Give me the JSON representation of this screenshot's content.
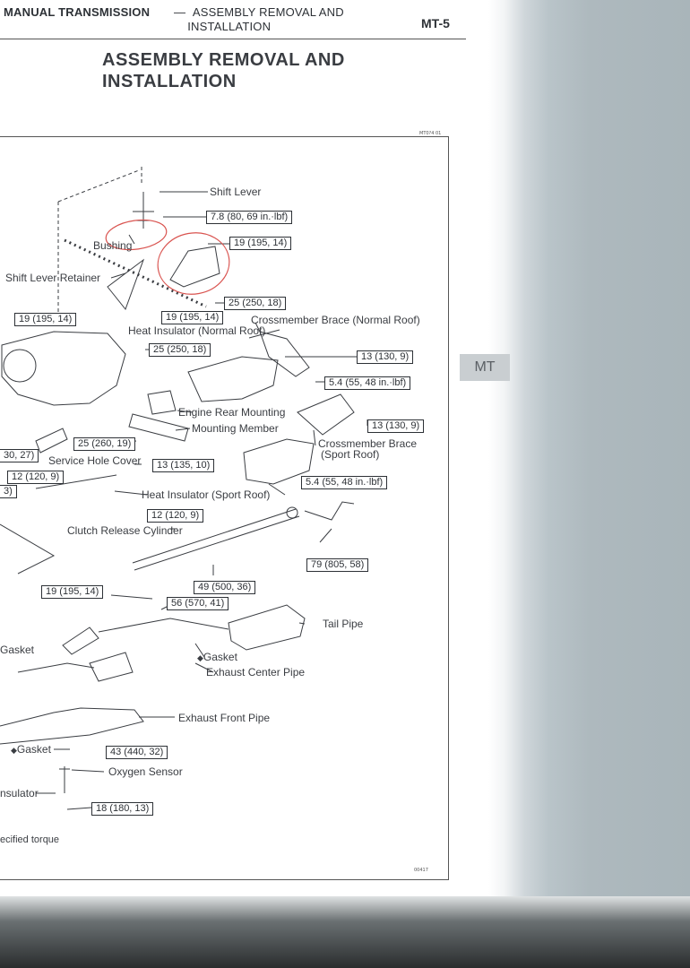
{
  "header": {
    "section": "MANUAL TRANSMISSION",
    "separator": "—",
    "subsection_line1": "ASSEMBLY REMOVAL AND",
    "subsection_line2": "INSTALLATION",
    "page_number": "MT-5"
  },
  "page_title": {
    "line1": "ASSEMBLY REMOVAL AND",
    "line2": "INSTALLATION"
  },
  "figure": {
    "code_top": "MT0?4  01",
    "code_bottom": "00417",
    "labels": {
      "shift_lever": "Shift Lever",
      "bushing": "Bushing",
      "shift_lever_retainer": "Shift Lever Retainer",
      "crossmember_brace_normal": "Crossmember Brace (Normal Roof)",
      "heat_insulator_normal": "Heat Insulator (Normal Roof)",
      "engine_rear_mounting": "Engine Rear Mounting",
      "mounting_member": "Mounting Member",
      "crossmember_brace_sport_1": "Crossmember Brace",
      "crossmember_brace_sport_2": "(Sport Roof)",
      "service_hole_cover": "Service Hole Cover",
      "heat_insulator_sport": "Heat Insulator (Sport Roof)",
      "clutch_release_cylinder": "Clutch Release Cylinder",
      "tail_pipe": "Tail Pipe",
      "gasket_mid": "Gasket",
      "exhaust_center_pipe": "Exhaust Center Pipe",
      "gasket_left": "Gasket",
      "exhaust_front_pipe": "Exhaust Front Pipe",
      "gasket_low": "Gasket",
      "oxygen_sensor": "Oxygen Sensor",
      "insulator_partial": "nsulator",
      "legend_partial": "ecified torque"
    },
    "torques": {
      "t_shift": "7.8 (80, 69 in.·lbf)",
      "t_19a": "19 (195, 14)",
      "t_25a": "25 (250, 18)",
      "t_19b": "19 (195, 14)",
      "t_19c": "19 (195, 14)",
      "t_25b": "25 (250, 18)",
      "t_13a": "13 (130, 9)",
      "t_54a": "5.4 (55, 48 in.·lbf)",
      "t_13b": "13 (130, 9)",
      "t_25c": "25 (260, 19)",
      "t_13c": "13 (135, 10)",
      "t_30": "30, 27)",
      "t_12a": "12 (120, 9)",
      "t_3": "3)",
      "t_54b": "5.4 (55, 48 in.·lbf)",
      "t_12b": "12 (120, 9)",
      "t_79": "79 (805, 58)",
      "t_49": "49 (500, 36)",
      "t_19d": "19 (195, 14)",
      "t_56": "56 (570, 41)",
      "t_43": "43 (440, 32)",
      "t_18": "18 (180, 13)"
    }
  },
  "side_tab": "MT",
  "colors": {
    "ink": "#2d3136",
    "annotation_red": "#d9534f",
    "binding_gray": "#aeb9be"
  }
}
